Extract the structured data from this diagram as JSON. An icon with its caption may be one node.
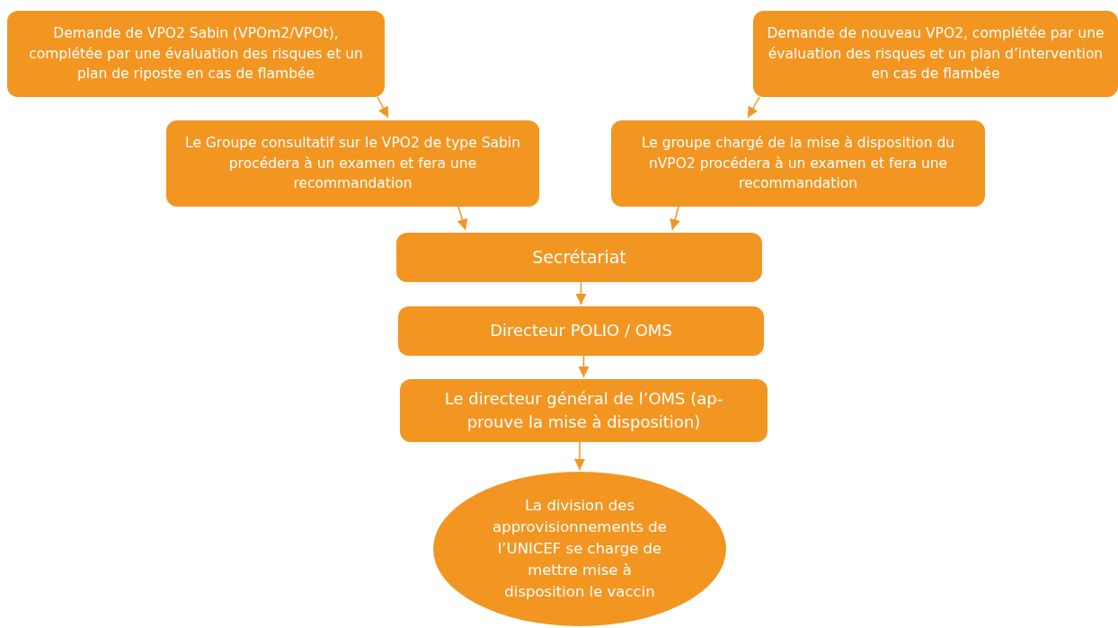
{
  "diagram": {
    "nodes": [
      {
        "text": [
          "Demande de VPO2 Sabin (VPOm2/VPOt), complétée par une évaluation des risques et un plan de riposte en cas de flambée"
        ]
      },
      {
        "text": [
          "Demande de nouveau VPO2, complétée par une évaluation des risques et un plan d’intervention en cas de flambée"
        ]
      },
      {
        "text": [
          "Le Groupe consultatif sur le VPO2 de type Sabin procédera à un examen et fera une recommandation"
        ]
      },
      {
        "text": [
          "Le groupe chargé de la mise à disposition du nVPO2 procédera à un examen et fera une recommandation"
        ]
      },
      {
        "text": [
          "Secrétariat"
        ]
      },
      {
        "text": [
          "Directeur POLIO / OMS"
        ]
      },
      {
        "text": [
          "Le directeur général de l’OMS (ap- prouve la mise à disposition)"
        ]
      },
      {
        "text": [
          "La division des approvisionnements de l’UNICEF se charge de mettre mise à disposition le vaccin"
        ]
      }
    ],
    "edges": [
      {
        "from": 0,
        "to": 2,
        "arrow": "to"
      },
      {
        "from": 1,
        "to": 3,
        "arrow": "to"
      },
      {
        "from": 2,
        "to": 4,
        "arrow": "to"
      },
      {
        "from": 3,
        "to": 4,
        "arrow": "to"
      },
      {
        "from": 4,
        "to": 5,
        "arrow": "to"
      },
      {
        "from": 5,
        "to": 6,
        "arrow": "to"
      },
      {
        "from": 6,
        "to": 7,
        "arrow": "to"
      }
    ]
  }
}
